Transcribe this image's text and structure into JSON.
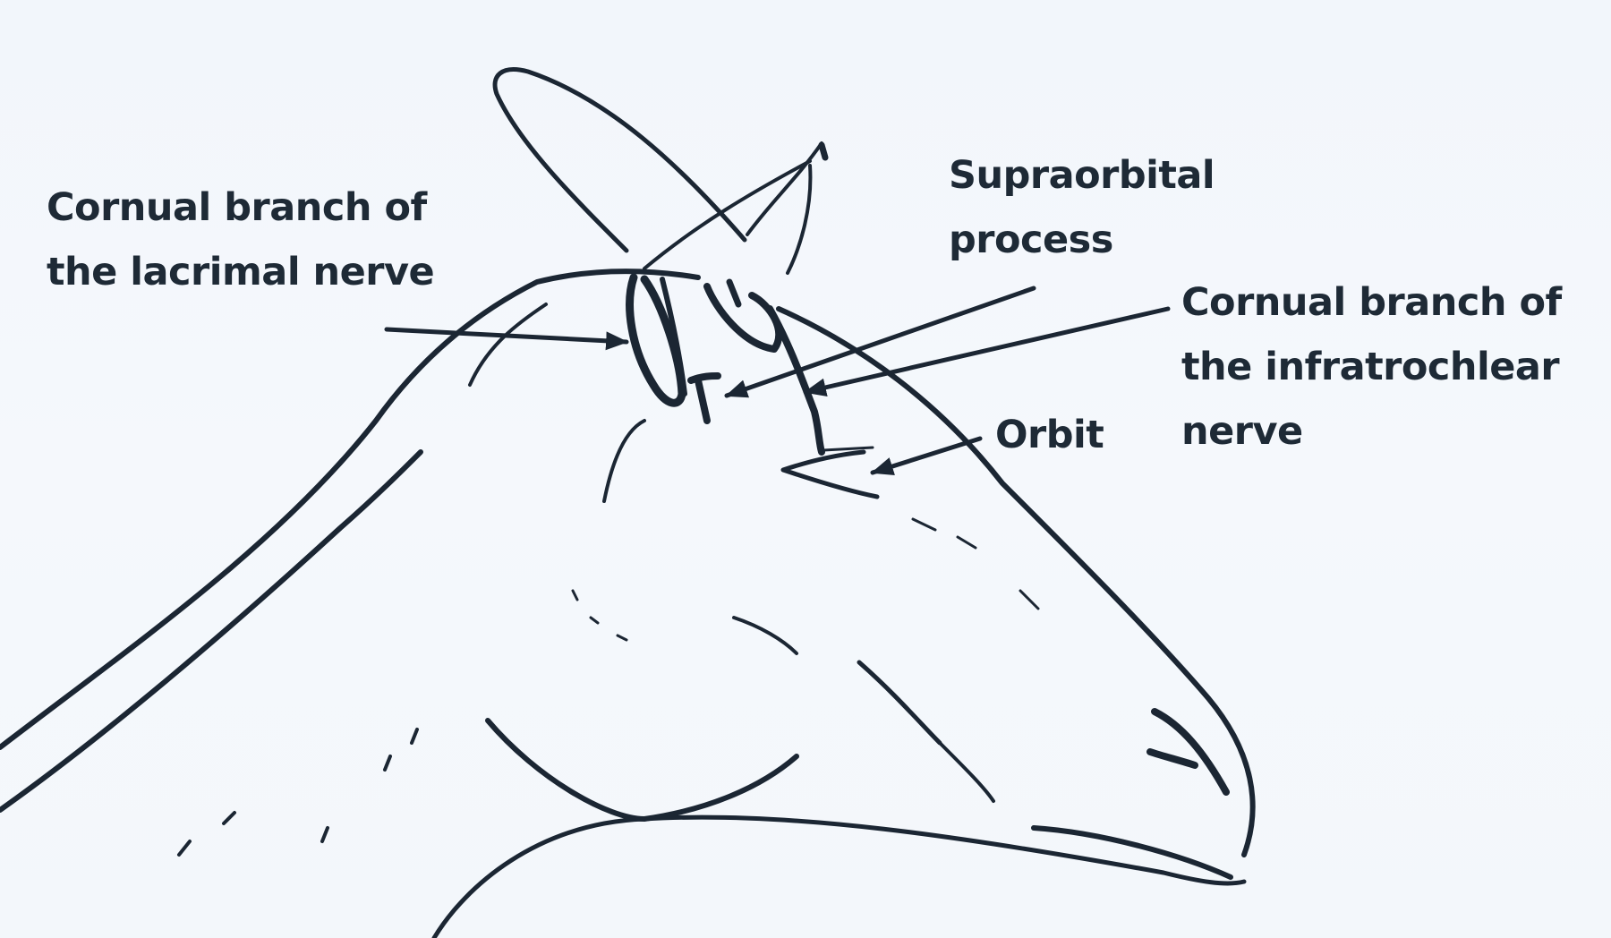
{
  "labels": {
    "lacrimal": {
      "line1": "Cornual branch of",
      "line2": "the lacrimal nerve"
    },
    "supraorbital": {
      "line1": "Supraorbital",
      "line2": "process"
    },
    "infratrochlear": {
      "line1": "Cornual branch of",
      "line2": "the infratrochlear",
      "line3": "nerve"
    },
    "orbit": "Orbit"
  },
  "colors": {
    "ink": "#1b2633",
    "background": "#f3f7fb"
  }
}
